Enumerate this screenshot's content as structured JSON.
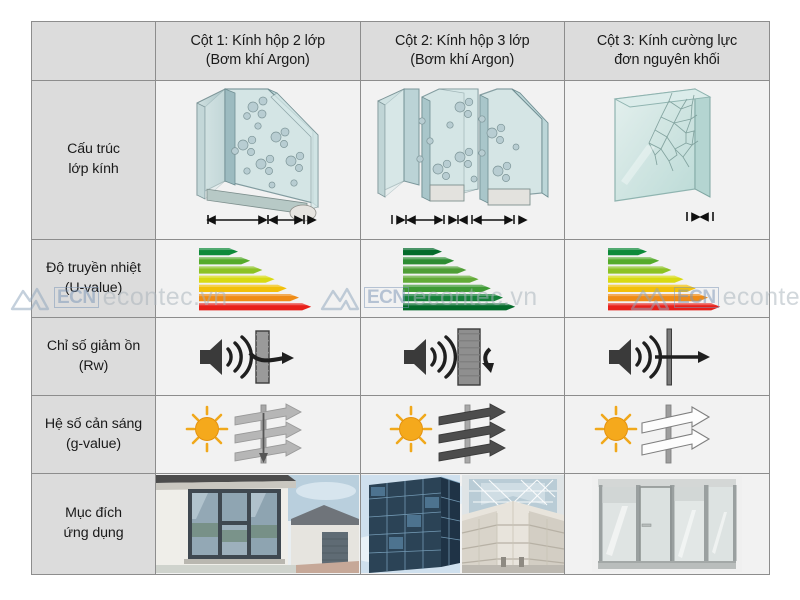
{
  "page": {
    "title": "So sánh các loại kính",
    "background_color": "#ffffff",
    "table_border_color": "#8d8d8d",
    "header_bg_color": "#dcdcdc",
    "cell_bg_color": "#f2f2f2"
  },
  "table": {
    "corner_label": "",
    "columns": [
      {
        "id": "col1",
        "line1": "Cột 1: Kính hộp 2 lớp",
        "line2": "(Bơm khí Argon)"
      },
      {
        "id": "col2",
        "line1": "Cột 2: Kính hộp 3 lớp",
        "line2": "(Bơm khí Argon)"
      },
      {
        "id": "col3",
        "line1": "Cột 3: Kính cường lực",
        "line2": "đơn nguyên khối"
      }
    ],
    "rows": [
      {
        "id": "structure",
        "line1": "Cấu trúc",
        "line2": "lớp kính"
      },
      {
        "id": "uvalue",
        "line1": "Độ truyền nhiệt",
        "line2": "(U-value)"
      },
      {
        "id": "rw",
        "line1": "Chỉ số giảm ồn",
        "line2": "(Rw)"
      },
      {
        "id": "gvalue",
        "line1": "Hệ số cản sáng",
        "line2": "(g-value)"
      },
      {
        "id": "usage",
        "line1": "Mục đích",
        "line2": "ứng dụng"
      }
    ]
  },
  "icons": {
    "structure": {
      "col1": "double-glazing-unit-diagram",
      "col2": "triple-glazing-unit-diagram",
      "col3": "tempered-monolithic-glass-pane-diagram"
    },
    "uvalue": {
      "col1": "energy-rating-chart-full-spectrum",
      "col2": "energy-rating-chart-all-green",
      "col3": "energy-rating-chart-full-spectrum"
    },
    "rw": {
      "col1": "speaker-wall-arrow-partial-block",
      "col2": "speaker-thick-wall-arrow-blocked",
      "col3": "speaker-thin-pane-arrow-through"
    },
    "gvalue": {
      "col1": "sun-three-gray-arrows-through-pane",
      "col2": "sun-three-dark-arrows-through-pane",
      "col3": "sun-two-white-arrows-through-pane"
    },
    "usage": {
      "col1": "residential-house-window-photo",
      "col2": "office-facade-and-atrium-skylight-photo",
      "col3": "interior-glass-partition-door-photo"
    }
  },
  "energy_bars": {
    "full_spectrum": [
      "#0e8a3a",
      "#55ab2b",
      "#8cc225",
      "#d8da13",
      "#f2c00b",
      "#ef8c17",
      "#e8201a"
    ],
    "all_green": [
      "#046b2b",
      "#2d8c33",
      "#4f9e36",
      "#63ab37",
      "#3f9a35",
      "#16803a",
      "#046b2b"
    ]
  },
  "watermark": {
    "badge": "ECN",
    "text": "econtec.vn",
    "logo": "mountain-chevron-logo",
    "color": "#a9b3bb",
    "count": 3
  }
}
